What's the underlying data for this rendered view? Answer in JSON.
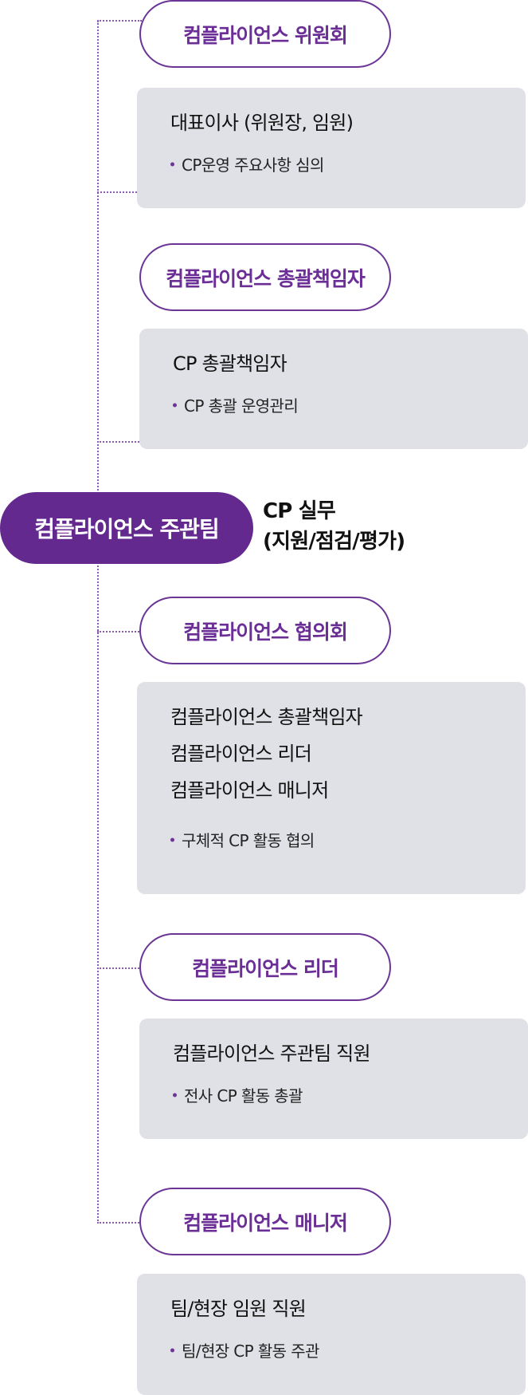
{
  "main": {
    "label": "컴플라이언스 주관팀",
    "desc_line1": "CP 실무",
    "desc_line2": "(지원/점검/평가)"
  },
  "sections": [
    {
      "title": "컴플라이언스 위원회",
      "roles": [
        "대표이사 (위원장, 임원)"
      ],
      "duty": "CP운영 주요사항 심의"
    },
    {
      "title": "컴플라이언스 총괄책임자",
      "roles": [
        "CP 총괄책임자"
      ],
      "duty": "CP 총괄 운영관리"
    },
    {
      "title": "컴플라이언스 협의회",
      "roles": [
        "컴플라이언스 총괄책임자",
        "컴플라이언스 리더",
        "컴플라이언스 매니저"
      ],
      "duty": "구체적 CP 활동 협의"
    },
    {
      "title": "컴플라이언스 리더",
      "roles": [
        "컴플라이언스 주관팀 직원"
      ],
      "duty": "전사 CP 활동 총괄"
    },
    {
      "title": "컴플라이언스 매니저",
      "roles": [
        "팀/현장 임원 직원"
      ],
      "duty": "팀/현장 CP 활동 주관"
    }
  ]
}
